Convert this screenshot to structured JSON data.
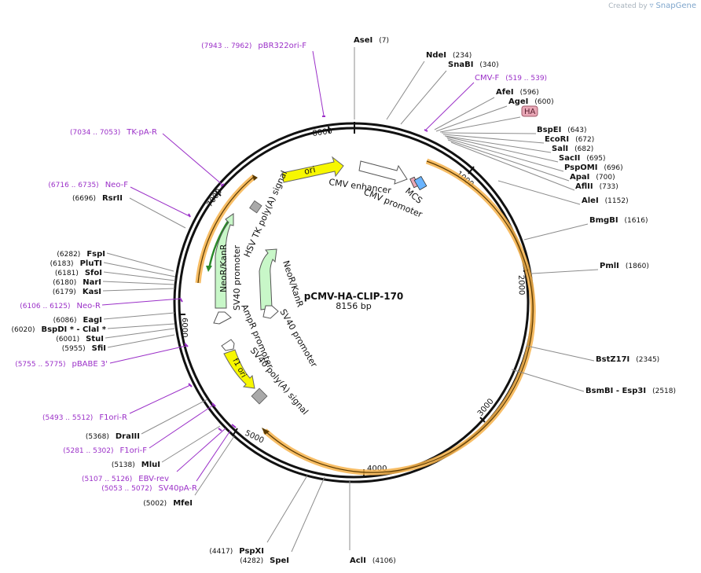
{
  "credit": {
    "prefix": "Created by",
    "brand": "SnapGene"
  },
  "plasmid": {
    "name": "pCMV-HA-CLIP-170",
    "length": "8156 bp"
  },
  "colors": {
    "backbone": "#111111",
    "enzyme_line": "#8c8c8c",
    "primer": "#9b30c8",
    "orange_feature": "#f6b24a",
    "yellow_feature": "#f7f700",
    "green_feature": "#c8f7c8",
    "white_feature": "#ffffff",
    "gray_feature": "#a9a9a9",
    "ha_tag": "#e9a7b6"
  },
  "ticks": [
    "1000",
    "2000",
    "3000",
    "4000",
    "5000",
    "6000",
    "7000",
    "8000"
  ],
  "sites": [
    {
      "name": "AseI",
      "pos": "(7)",
      "type": "enzyme"
    },
    {
      "name": "NdeI",
      "pos": "(234)",
      "type": "enzyme"
    },
    {
      "name": "SnaBI",
      "pos": "(340)",
      "type": "enzyme"
    },
    {
      "name": "CMV-F",
      "pos": "(519 .. 539)",
      "type": "primer"
    },
    {
      "name": "AfeI",
      "pos": "(596)",
      "type": "enzyme"
    },
    {
      "name": "AgeI",
      "pos": "(600)",
      "type": "enzyme"
    },
    {
      "name": "HA",
      "pos": "",
      "type": "tag"
    },
    {
      "name": "BspEI",
      "pos": "(643)",
      "type": "enzyme"
    },
    {
      "name": "EcoRI",
      "pos": "(672)",
      "type": "enzyme"
    },
    {
      "name": "SalI",
      "pos": "(682)",
      "type": "enzyme"
    },
    {
      "name": "SacII",
      "pos": "(695)",
      "type": "enzyme"
    },
    {
      "name": "PspOMI",
      "pos": "(696)",
      "type": "enzyme"
    },
    {
      "name": "ApaI",
      "pos": "(700)",
      "type": "enzyme"
    },
    {
      "name": "AflII",
      "pos": "(733)",
      "type": "enzyme"
    },
    {
      "name": "AleI",
      "pos": "(1152)",
      "type": "enzyme"
    },
    {
      "name": "BmgBI",
      "pos": "(1616)",
      "type": "enzyme"
    },
    {
      "name": "PmlI",
      "pos": "(1860)",
      "type": "enzyme"
    },
    {
      "name": "BstZ17I",
      "pos": "(2345)",
      "type": "enzyme"
    },
    {
      "name": "BsmBI - Esp3I",
      "pos": "(2518)",
      "type": "enzyme"
    },
    {
      "name": "AclI",
      "pos": "(4106)",
      "type": "enzyme"
    },
    {
      "name": "SpeI",
      "pos": "(4282)",
      "type": "enzyme"
    },
    {
      "name": "PspXI",
      "pos": "(4417)",
      "type": "enzyme"
    },
    {
      "name": "MfeI",
      "pos": "(5002)",
      "type": "enzyme"
    },
    {
      "name": "SV40pA-R",
      "pos": "(5053 .. 5072)",
      "type": "primer"
    },
    {
      "name": "EBV-rev",
      "pos": "(5107 .. 5126)",
      "type": "primer"
    },
    {
      "name": "MluI",
      "pos": "(5138)",
      "type": "enzyme"
    },
    {
      "name": "F1ori-F",
      "pos": "(5281 .. 5302)",
      "type": "primer"
    },
    {
      "name": "DraIII",
      "pos": "(5368)",
      "type": "enzyme"
    },
    {
      "name": "F1ori-R",
      "pos": "(5493 .. 5512)",
      "type": "primer"
    },
    {
      "name": "pBABE 3'",
      "pos": "(5755 .. 5775)",
      "type": "primer"
    },
    {
      "name": "SfiI",
      "pos": "(5955)",
      "type": "enzyme"
    },
    {
      "name": "StuI",
      "pos": "(6001)",
      "type": "enzyme"
    },
    {
      "name": "BspDI * - ClaI *",
      "pos": "(6020)",
      "type": "enzyme"
    },
    {
      "name": "EagI",
      "pos": "(6086)",
      "type": "enzyme"
    },
    {
      "name": "Neo-R",
      "pos": "(6106 .. 6125)",
      "type": "primer"
    },
    {
      "name": "KasI",
      "pos": "(6179)",
      "type": "enzyme"
    },
    {
      "name": "NarI",
      "pos": "(6180)",
      "type": "enzyme"
    },
    {
      "name": "SfoI",
      "pos": "(6181)",
      "type": "enzyme"
    },
    {
      "name": "PluTI",
      "pos": "(6183)",
      "type": "enzyme"
    },
    {
      "name": "FspI",
      "pos": "(6282)",
      "type": "enzyme"
    },
    {
      "name": "RsrII",
      "pos": "(6696)",
      "type": "enzyme"
    },
    {
      "name": "Neo-F",
      "pos": "(6716 .. 6735)",
      "type": "primer"
    },
    {
      "name": "TK-pA-R",
      "pos": "(7034 .. 7053)",
      "type": "primer"
    },
    {
      "name": "pBR322ori-F",
      "pos": "(7943 .. 7962)",
      "type": "primer"
    }
  ],
  "features": [
    {
      "label": "ori"
    },
    {
      "label": "CMV enhancer"
    },
    {
      "label": "CMV promoter"
    },
    {
      "label": "MCS"
    },
    {
      "label": "HSV TK poly(A) signal"
    },
    {
      "label": "NeoR/KanR"
    },
    {
      "label": "SV40 promoter"
    },
    {
      "label": "NeoR/KanR"
    },
    {
      "label": "SV40 promoter"
    },
    {
      "label": "AmpR promoter"
    },
    {
      "label": "SV40 poly(A) signal"
    },
    {
      "label": "f1 ori"
    }
  ]
}
